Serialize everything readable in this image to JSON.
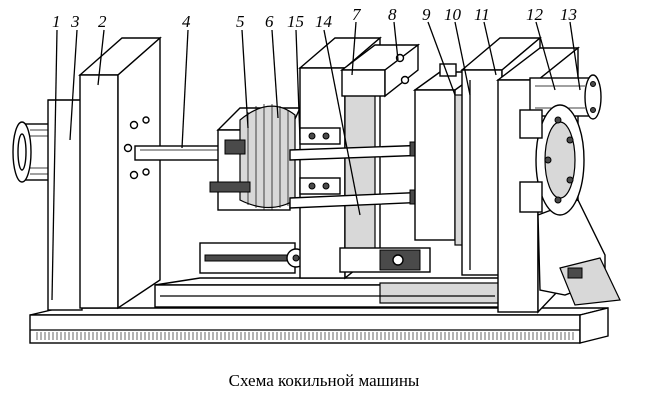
{
  "caption": "Схема кокильной машины",
  "callouts": [
    "1",
    "3",
    "2",
    "4",
    "5",
    "6",
    "15",
    "14",
    "7",
    "8",
    "9",
    "10",
    "11",
    "12",
    "13"
  ]
}
